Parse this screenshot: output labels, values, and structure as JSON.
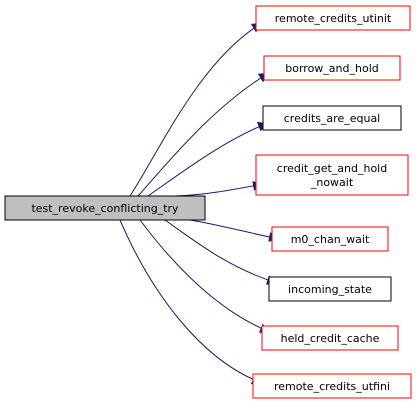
{
  "diagram": {
    "root": {
      "label": "test_revoke_conflicting_try",
      "fill": "#bfbfbf",
      "border": "#000000"
    },
    "callees": [
      {
        "lines": [
          "remote_credits_utinit"
        ],
        "border": "#ff0000"
      },
      {
        "lines": [
          "borrow_and_hold"
        ],
        "border": "#ff0000"
      },
      {
        "lines": [
          "credits_are_equal"
        ],
        "border": "#000000"
      },
      {
        "lines": [
          "credit_get_and_hold",
          "_nowait"
        ],
        "border": "#ff0000"
      },
      {
        "lines": [
          "m0_chan_wait"
        ],
        "border": "#ff0000"
      },
      {
        "lines": [
          "incoming_state"
        ],
        "border": "#000000"
      },
      {
        "lines": [
          "held_credit_cache"
        ],
        "border": "#ff0000"
      },
      {
        "lines": [
          "remote_credits_utfini"
        ],
        "border": "#ff0000"
      }
    ],
    "edge_color": "#191970"
  }
}
